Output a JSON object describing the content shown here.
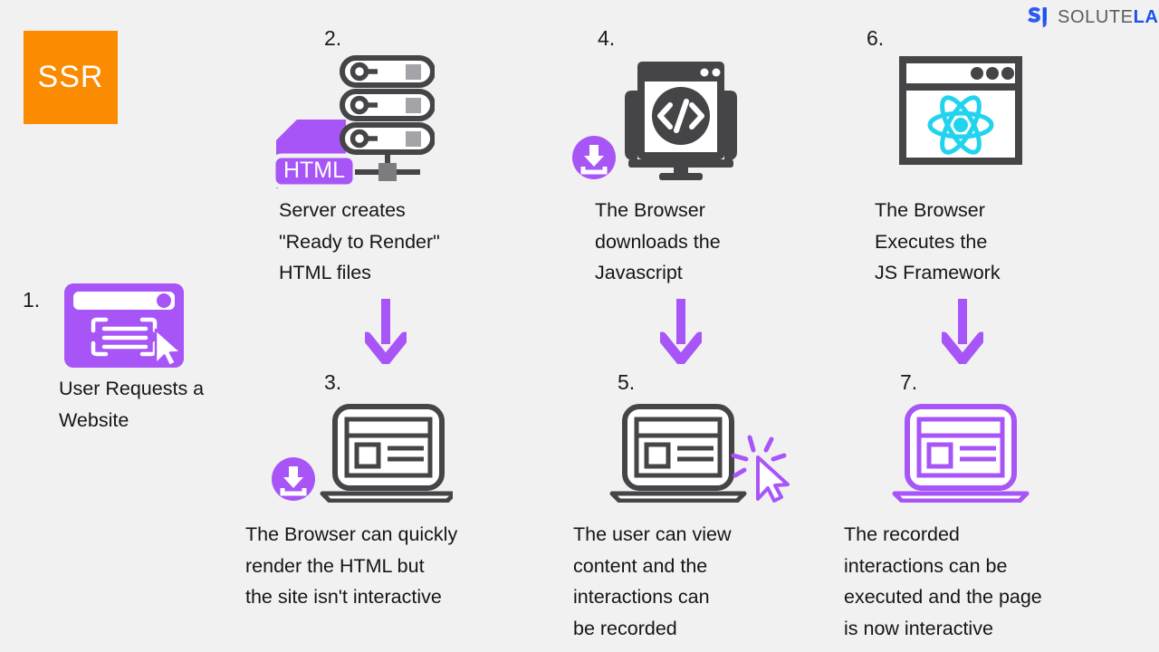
{
  "page": {
    "background_color": "#f1f1f1",
    "title_badge": {
      "label": "SSR",
      "background_color": "#fb8b00",
      "text_color": "#ffffff"
    }
  },
  "brand": {
    "logo_icon": "solutelabs-s-mark",
    "name_part1": "SOLUTE",
    "name_part2": "LABS",
    "color_part1": "#5b5b60",
    "color_part2": "#1853f0"
  },
  "colors": {
    "purple": "#a855f7",
    "purple_dark": "#9b4df0",
    "dark_gray": "#454548",
    "cyan": "#22d3ee",
    "orange": "#fb8b00",
    "text": "#15151a"
  },
  "steps": [
    {
      "number": "1.",
      "icon": "browser-window-cursor-icon",
      "caption": "User Requests a\nWebsite"
    },
    {
      "number": "2.",
      "icon": "server-rack-html-file-icon",
      "icon_label": "HTML",
      "caption": "Server creates\n\"Ready to Render\"\nHTML files"
    },
    {
      "number": "3.",
      "icon": "laptop-download-icon",
      "caption": "The Browser can quickly\nrender the HTML but\nthe site isn't interactive"
    },
    {
      "number": "4.",
      "icon": "monitor-code-download-icon",
      "caption": "The Browser\ndownloads the\nJavascript"
    },
    {
      "number": "5.",
      "icon": "laptop-click-cursor-icon",
      "caption": "The user can view\ncontent and the\ninteractions can\nbe recorded"
    },
    {
      "number": "6.",
      "icon": "browser-react-logo-icon",
      "caption": "The Browser\nExecutes the\nJS Framework"
    },
    {
      "number": "7.",
      "icon": "laptop-interactive-purple-icon",
      "caption": "The recorded\ninteractions can be\nexecuted and the page\nis now interactive"
    }
  ],
  "arrows": [
    {
      "name": "arrow-step2-to-step3",
      "direction": "down"
    },
    {
      "name": "arrow-step4-to-step5",
      "direction": "down"
    },
    {
      "name": "arrow-step6-to-step7",
      "direction": "down"
    }
  ]
}
